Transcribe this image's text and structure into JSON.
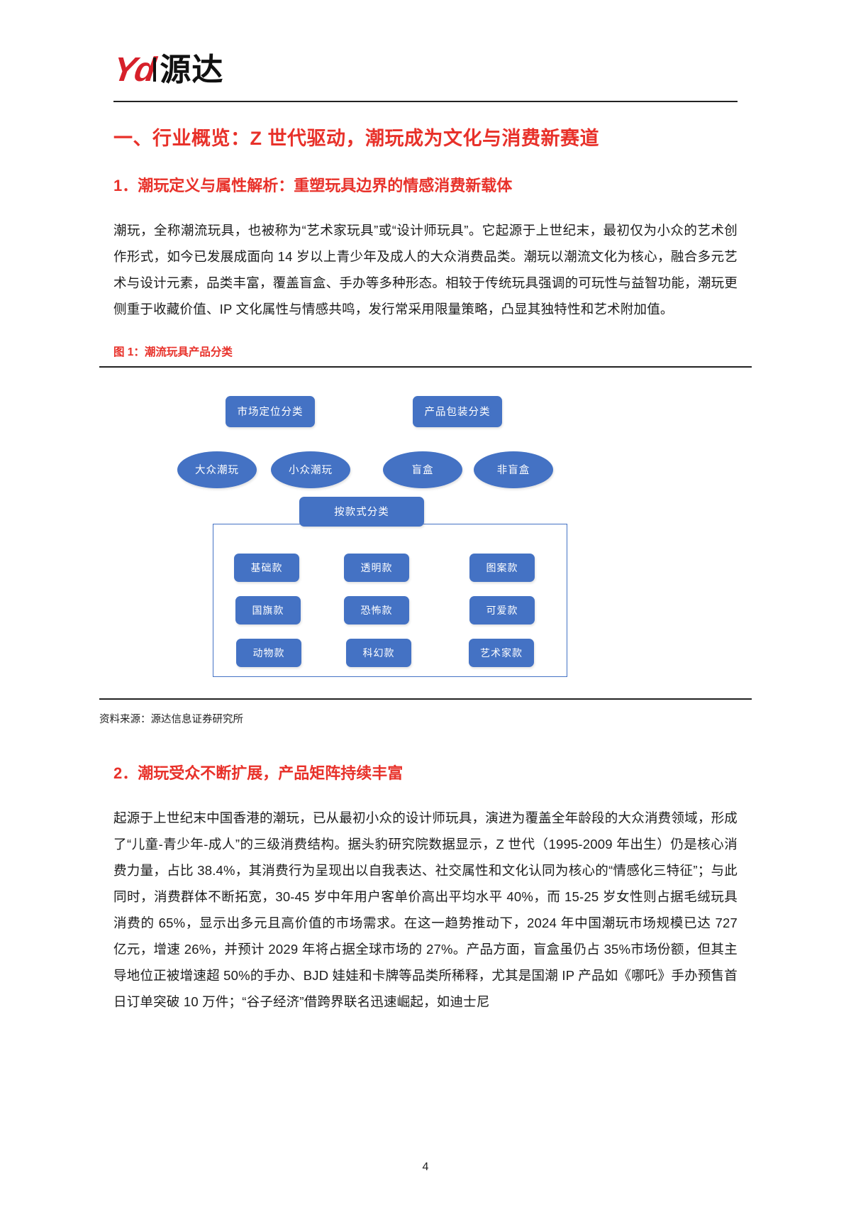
{
  "brand": {
    "logo_mark": "Yd",
    "logo_word": "源达"
  },
  "headings": {
    "section_1": "一、行业概览：Z 世代驱动，潮玩成为文化与消费新赛道",
    "sub_1": "1．潮玩定义与属性解析：重塑玩具边界的情感消费新载体",
    "sub_2": "2．潮玩受众不断扩展，产品矩阵持续丰富"
  },
  "paragraphs": {
    "p1": "潮玩，全称潮流玩具，也被称为“艺术家玩具”或“设计师玩具”。它起源于上世纪末，最初仅为小众的艺术创作形式，如今已发展成面向 14 岁以上青少年及成人的大众消费品类。潮玩以潮流文化为核心，融合多元艺术与设计元素，品类丰富，覆盖盲盒、手办等多种形态。相较于传统玩具强调的可玩性与益智功能，潮玩更侧重于收藏价值、IP 文化属性与情感共鸣，发行常采用限量策略，凸显其独特性和艺术附加值。",
    "p2": "起源于上世纪末中国香港的潮玩，已从最初小众的设计师玩具，演进为覆盖全年龄段的大众消费领域，形成了“儿童-青少年-成人”的三级消费结构。据头豹研究院数据显示，Z 世代（1995-2009 年出生）仍是核心消费力量，占比 38.4%，其消费行为呈现出以自我表达、社交属性和文化认同为核心的“情感化三特征”；与此同时，消费群体不断拓宽，30-45 岁中年用户客单价高出平均水平 40%，而 15-25 岁女性则占据毛绒玩具消费的 65%，显示出多元且高价值的市场需求。在这一趋势推动下，2024 年中国潮玩市场规模已达 727 亿元，增速 26%，并预计 2029 年将占据全球市场的 27%。产品方面，盲盒虽仍占 35%市场份额，但其主导地位正被增速超 50%的手办、BJD 娃娃和卡牌等品类所稀释，尤其是国潮 IP 产品如《哪吒》手办预售首日订单突破 10 万件；“谷子经济”借跨界联名迅速崛起，如迪士尼"
  },
  "figure": {
    "caption": "图 1：潮流玩具产品分类",
    "source": "资料来源：源达信息证券研究所",
    "accent_color": "#4472c4",
    "top_nodes": [
      {
        "label": "市场定位分类"
      },
      {
        "label": "产品包装分类"
      }
    ],
    "ellipse_nodes": [
      {
        "label": "大众潮玩"
      },
      {
        "label": "小众潮玩"
      },
      {
        "label": "盲盒"
      },
      {
        "label": "非盲盒"
      }
    ],
    "mid_node": {
      "label": "按款式分类"
    },
    "grid_nodes": [
      {
        "label": "基础款"
      },
      {
        "label": "透明款"
      },
      {
        "label": "图案款"
      },
      {
        "label": "国旗款"
      },
      {
        "label": "恐怖款"
      },
      {
        "label": "可爱款"
      },
      {
        "label": "动物款"
      },
      {
        "label": "科幻款"
      },
      {
        "label": "艺术家款"
      }
    ]
  },
  "footer": {
    "page_number": "4"
  }
}
